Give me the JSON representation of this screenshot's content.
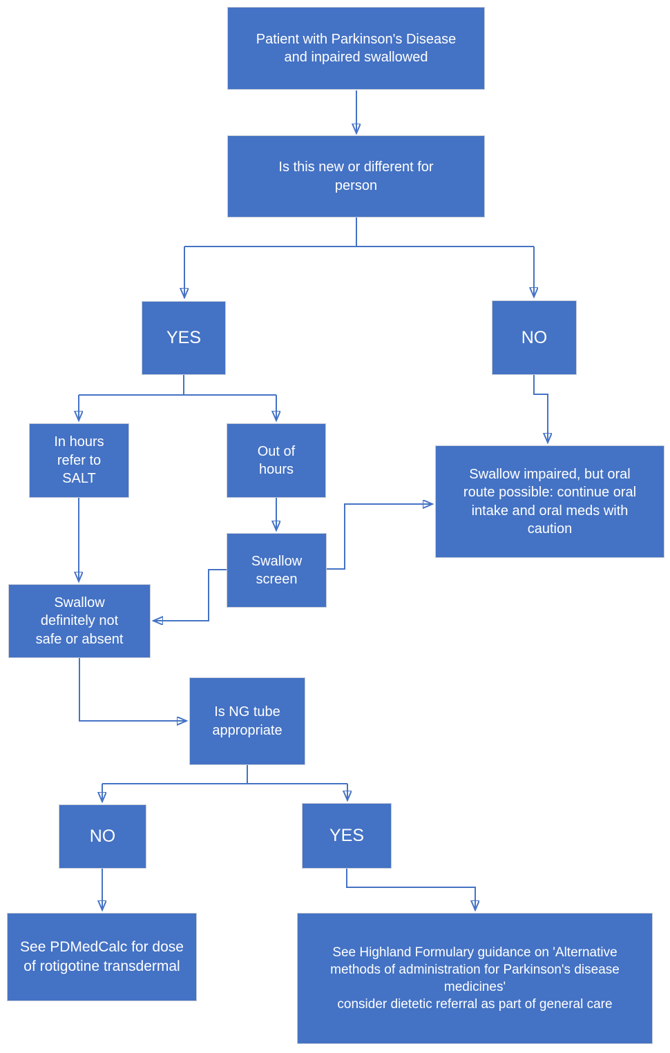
{
  "diagram": {
    "type": "flowchart",
    "colors": {
      "node_fill": "#4472c4",
      "node_border": "#c6cbd6",
      "node_text": "#ffffff",
      "connector": "#4472c4",
      "background": "#ffffff"
    },
    "nodes": {
      "patient": {
        "label": "Patient with Parkinson's Disease\nand inpaired swallowed"
      },
      "new_or_different": {
        "label": "Is this new or different for\nperson"
      },
      "yes1": {
        "label": "YES"
      },
      "no1": {
        "label": "NO"
      },
      "in_hours": {
        "label": "In hours\nrefer to\nSALT"
      },
      "out_of_hours": {
        "label": "Out of\nhours"
      },
      "swallow_screen": {
        "label": "Swallow\nscreen"
      },
      "swallow_impaired": {
        "label": "Swallow impaired, but oral\nroute possible: continue oral\nintake and oral meds with\ncaution"
      },
      "not_safe": {
        "label": "Swallow\ndefinitely not\nsafe or absent"
      },
      "ng_tube": {
        "label": "Is NG tube\nappropriate"
      },
      "no2": {
        "label": "NO"
      },
      "yes2": {
        "label": "YES"
      },
      "pdmedcalc": {
        "label": "See PDMedCalc for dose\nof rotigotine transdermal"
      },
      "highland": {
        "label": "See Highland Formulary guidance on 'Alternative\nmethods of administration for Parkinson's disease\nmedicines'\nconsider dietetic referral as part of general care"
      }
    },
    "edges": [
      {
        "from": "patient",
        "to": "new_or_different"
      },
      {
        "from": "new_or_different",
        "to": "yes1"
      },
      {
        "from": "new_or_different",
        "to": "no1"
      },
      {
        "from": "yes1",
        "to": "in_hours"
      },
      {
        "from": "yes1",
        "to": "out_of_hours"
      },
      {
        "from": "no1",
        "to": "swallow_impaired"
      },
      {
        "from": "out_of_hours",
        "to": "swallow_screen"
      },
      {
        "from": "swallow_screen",
        "to": "swallow_impaired"
      },
      {
        "from": "swallow_screen",
        "to": "not_safe"
      },
      {
        "from": "in_hours",
        "to": "not_safe"
      },
      {
        "from": "not_safe",
        "to": "ng_tube"
      },
      {
        "from": "ng_tube",
        "to": "no2"
      },
      {
        "from": "ng_tube",
        "to": "yes2"
      },
      {
        "from": "no2",
        "to": "pdmedcalc"
      },
      {
        "from": "yes2",
        "to": "highland"
      }
    ]
  }
}
